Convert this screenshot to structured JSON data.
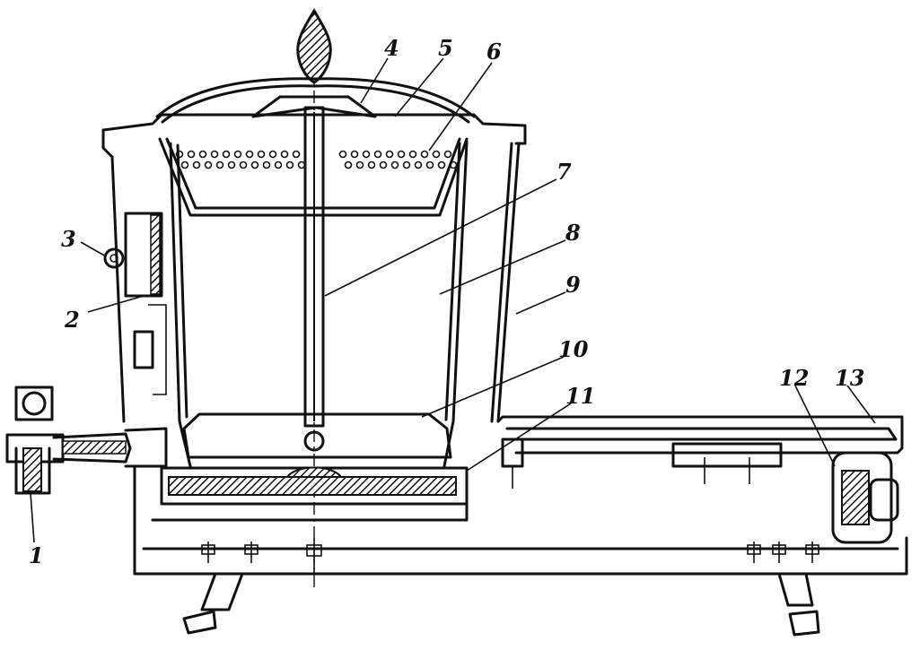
{
  "labels": [
    "1",
    "2",
    "3",
    "4",
    "5",
    "6",
    "7",
    "8",
    "9",
    "10",
    "11",
    "12",
    "13"
  ]
}
